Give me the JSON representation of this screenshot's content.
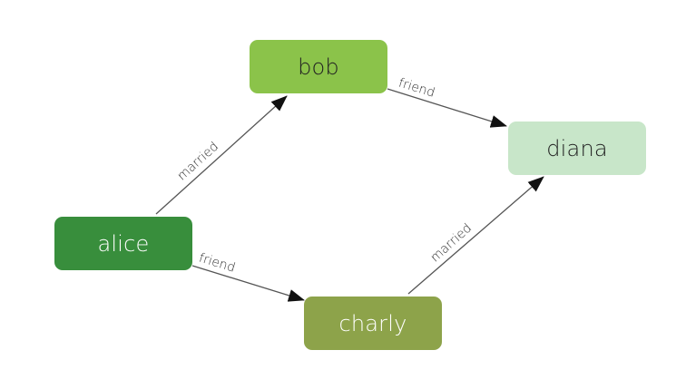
{
  "nodes": {
    "bob": {
      "label": "bob",
      "fill": "#8bc34a",
      "text_color": "#222222"
    },
    "diana": {
      "label": "diana",
      "fill": "#c8e6c9",
      "text_color": "#222222"
    },
    "alice": {
      "label": "alice",
      "fill": "#388e3c",
      "text_color": "#ffffff"
    },
    "charly": {
      "label": "charly",
      "fill": "#8da34a",
      "text_color": "#ffffff"
    }
  },
  "edges": {
    "alice_bob": {
      "from": "alice",
      "to": "bob",
      "label": "married"
    },
    "bob_diana": {
      "from": "bob",
      "to": "diana",
      "label": "friend"
    },
    "alice_charly": {
      "from": "alice",
      "to": "charly",
      "label": "friend"
    },
    "charly_diana": {
      "from": "charly",
      "to": "diana",
      "label": "married"
    }
  },
  "colors": {
    "edge_stroke": "#555555",
    "arrow_fill": "#111111",
    "label_text": "#333333"
  }
}
